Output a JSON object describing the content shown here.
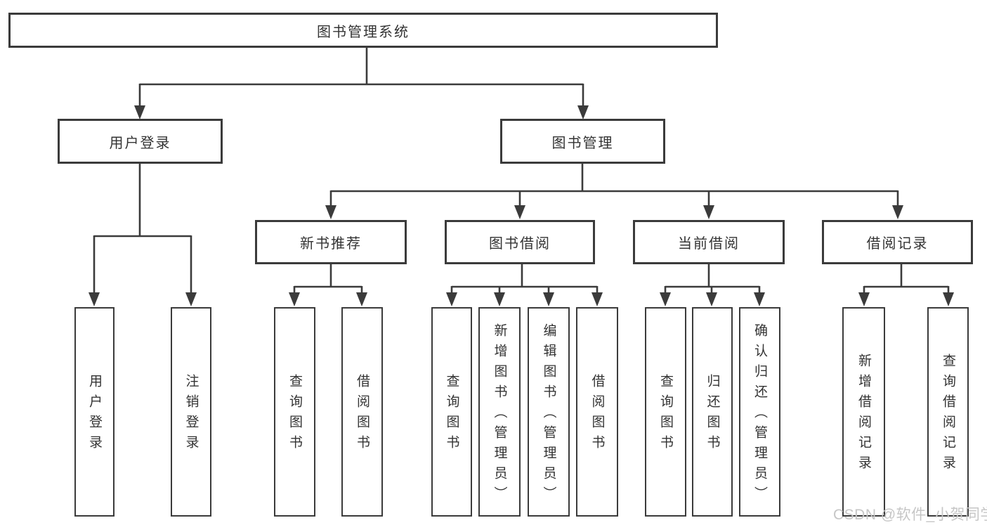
{
  "tree": {
    "root": {
      "label": "图书管理系统"
    },
    "branches": [
      {
        "label": "用户登录",
        "leaves": [
          {
            "label": "用户登录"
          },
          {
            "label": "注销登录"
          }
        ]
      },
      {
        "label": "图书管理",
        "sections": [
          {
            "label": "新书推荐",
            "leaves": [
              {
                "label": "查询图书"
              },
              {
                "label": "借阅图书"
              }
            ]
          },
          {
            "label": "图书借阅",
            "leaves": [
              {
                "label": "查询图书"
              },
              {
                "label": "新增图书（管理员）"
              },
              {
                "label": "编辑图书（管理员）"
              },
              {
                "label": "借阅图书"
              }
            ]
          },
          {
            "label": "当前借阅",
            "leaves": [
              {
                "label": "查询图书"
              },
              {
                "label": "归还图书"
              },
              {
                "label": "确认归还（管理员）"
              }
            ]
          },
          {
            "label": "借阅记录",
            "leaves": [
              {
                "label": "新增借阅记录"
              },
              {
                "label": "查询借阅记录"
              }
            ]
          }
        ]
      }
    ]
  },
  "watermark": {
    "text": "CSDN @软件_小贺同学"
  },
  "colors": {
    "line": "#3b3b3b",
    "text": "#333333",
    "box_background": "#ffffff",
    "watermark": "#c6c6c6"
  }
}
